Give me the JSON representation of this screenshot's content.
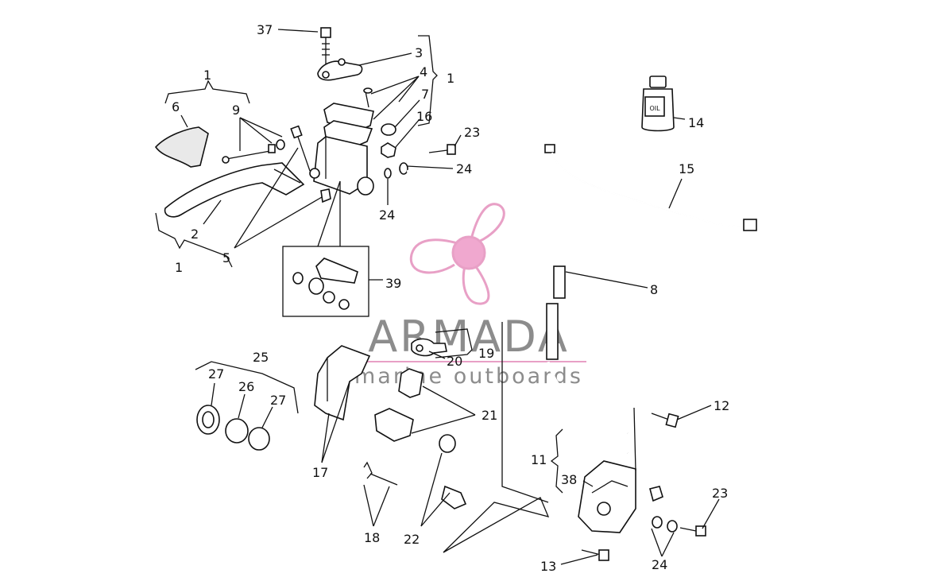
{
  "watermark": {
    "brand": "ARMADA",
    "tagline": "marine outboards",
    "brand_color": "#8c8c8c",
    "logo_color": "#e8a0c6"
  },
  "labels": {
    "l37": "37",
    "l3": "3",
    "l4": "4",
    "l1a": "1",
    "l1b": "1",
    "l1c": "1",
    "l7": "7",
    "l16": "16",
    "l23a": "23",
    "l24a": "24",
    "l24b": "24",
    "l6": "6",
    "l9": "9",
    "l2": "2",
    "l5": "5",
    "l39": "39",
    "l14": "14",
    "l15": "15",
    "l8": "8",
    "l25": "25",
    "l27a": "27",
    "l26": "26",
    "l27b": "27",
    "l17": "17",
    "l20": "20",
    "l19": "19",
    "l21": "21",
    "l18": "18",
    "l22": "22",
    "l12": "12",
    "l11": "11",
    "l38": "38",
    "l23b": "23",
    "l24c": "24",
    "l13": "13"
  },
  "bottle_text": "OIL"
}
